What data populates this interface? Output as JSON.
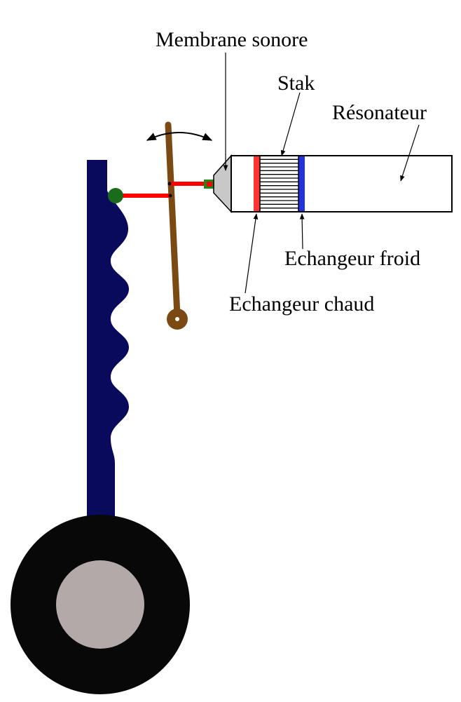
{
  "labels": {
    "membrane": "Membrane sonore",
    "stack": "Stak",
    "resonator": "Résonateur",
    "cold_exchanger": "Echangeur froid",
    "hot_exchanger": "Echangeur chaud"
  },
  "stack_plates": 14,
  "colors": {
    "track": "#0a0a5c",
    "pendulum": "#7b4a14",
    "connecting_rod": "#ff0000",
    "pivot": "#1a6b1a",
    "membrane_cone": "#c8c8c8",
    "hot_exchanger": "#ff3333",
    "cold_exchanger": "#2233dd",
    "wheel_tire": "#080808",
    "wheel_hub": "#b3a9a9"
  }
}
